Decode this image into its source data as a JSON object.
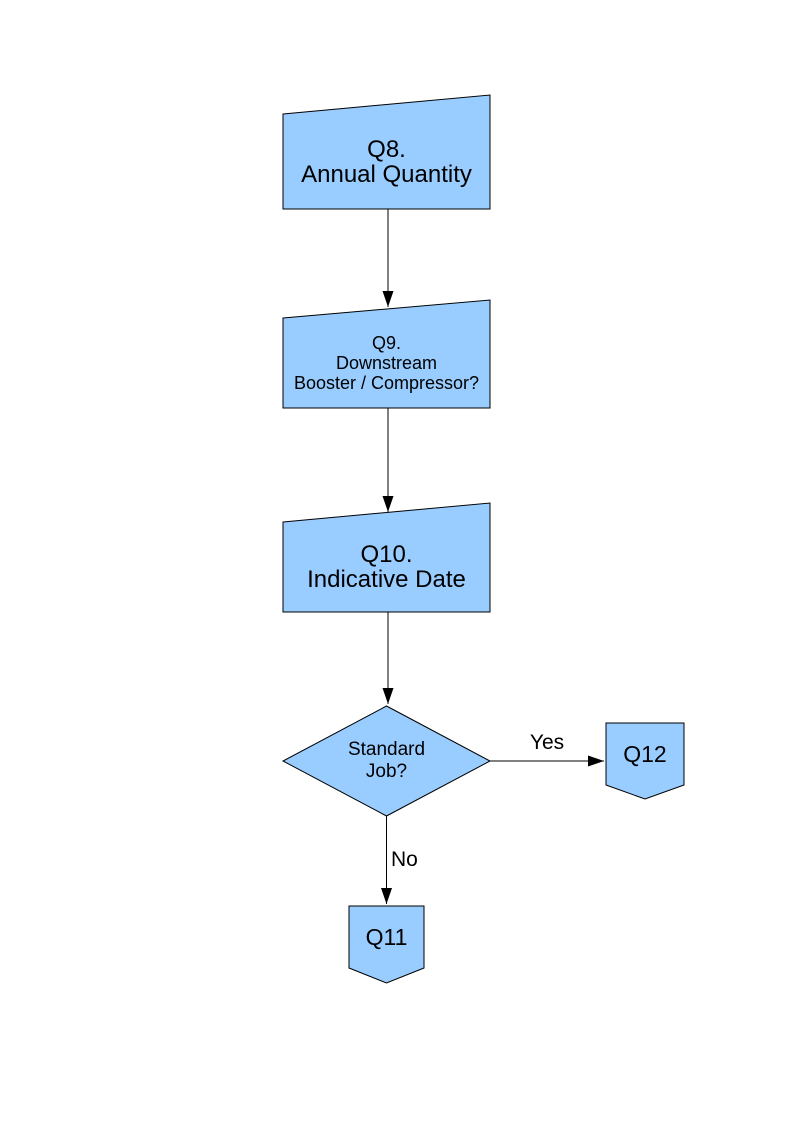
{
  "colors": {
    "page_background": "#ffffff",
    "node_fill": "#99ccff",
    "node_border": "#000000",
    "connector": "#000000",
    "text": "#000000"
  },
  "nodes": {
    "q8": {
      "shape": "manual-input",
      "label": "Q8.\nAnnual Quantity"
    },
    "q9": {
      "shape": "manual-input",
      "label": "Q9.\nDownstream\nBooster / Compressor?"
    },
    "q10": {
      "shape": "manual-input",
      "label": "Q10.\nIndicative Date"
    },
    "decision": {
      "shape": "decision-diamond",
      "label": "Standard\nJob?"
    },
    "q12": {
      "shape": "off-page-connector",
      "label": "Q12"
    },
    "q11": {
      "shape": "off-page-connector",
      "label": "Q11"
    }
  },
  "edge_labels": {
    "yes": "Yes",
    "no": "No"
  }
}
